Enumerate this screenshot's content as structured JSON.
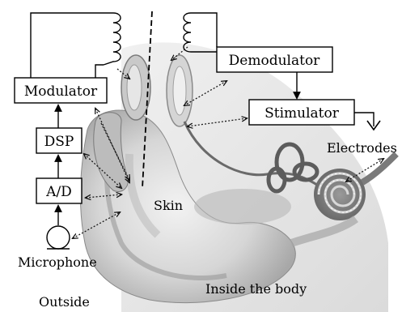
{
  "diagram": {
    "boxes": {
      "modulator": "Modulator",
      "dsp": "DSP",
      "ad": "A/D",
      "demodulator": "Demodulator",
      "stimulator": "Stimulator"
    },
    "labels": {
      "microphone": "Microphone",
      "skin": "Skin",
      "electrodes": "Electrodes",
      "outside": "Outside",
      "inside": "Inside the body"
    }
  }
}
